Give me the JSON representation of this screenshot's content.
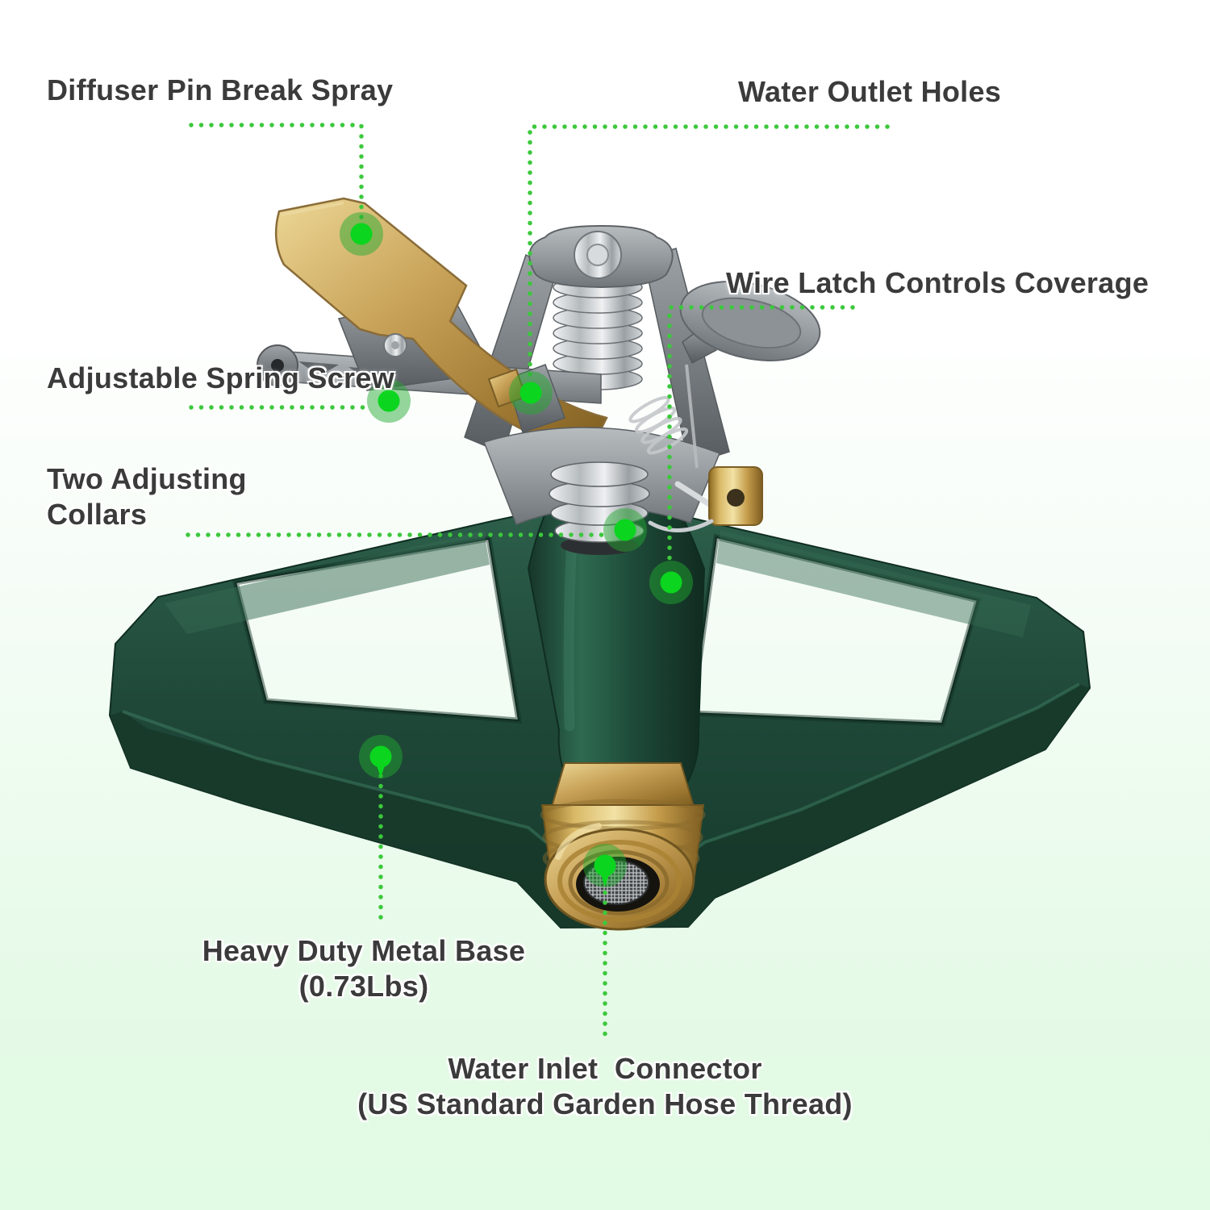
{
  "colors": {
    "background_top": "#ffffff",
    "background_bottom": "#e2fbe4",
    "leader_line_green": "#3cc83c",
    "dot_core_green": "#0bd51e",
    "dot_glow_green": "#22aa30",
    "label_text": "#3b3b3b",
    "base_green": "#1d4939",
    "brass": "#c29c4e",
    "metal_gray": "#8f9498"
  },
  "callouts": [
    {
      "id": "diffuser-pin-break-spray",
      "label": "Diffuser Pin Break Spray"
    },
    {
      "id": "water-outlet-holes",
      "label": "Water Outlet Holes"
    },
    {
      "id": "wire-latch-controls-coverage",
      "label": "Wire Latch Controls Coverage"
    },
    {
      "id": "adjustable-spring-screw",
      "label": "Adjustable Spring Screw"
    },
    {
      "id": "two-adjusting-collars",
      "label": "Two Adjusting\nCollars"
    },
    {
      "id": "heavy-duty-metal-base",
      "label": "Heavy Duty Metal Base\n(0.73Lbs)"
    },
    {
      "id": "water-inlet-connector",
      "label": "Water Inlet  Connector\n(US Standard Garden Hose Thread)"
    }
  ]
}
